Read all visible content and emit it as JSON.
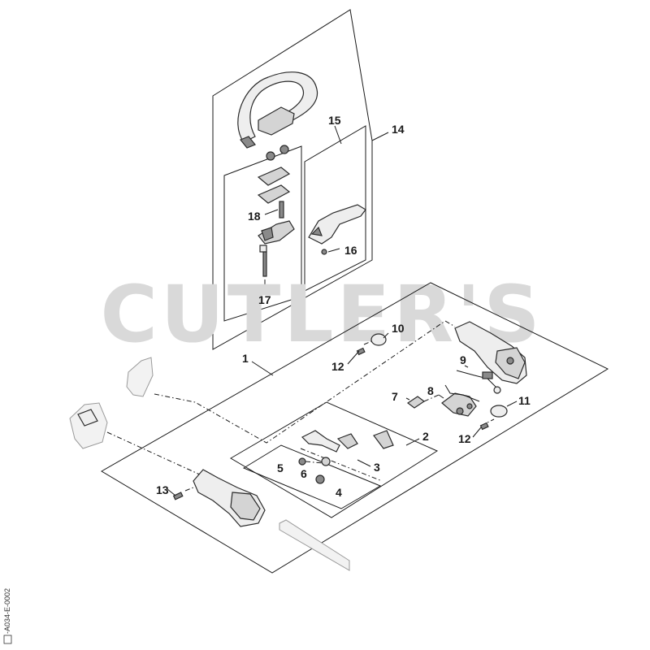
{
  "watermark": "CUTLER'S",
  "drawing_code": "-A034-E-0002",
  "callouts": [
    {
      "id": "1",
      "label": "1"
    },
    {
      "id": "2",
      "label": "2"
    },
    {
      "id": "3",
      "label": "3"
    },
    {
      "id": "4",
      "label": "4"
    },
    {
      "id": "5",
      "label": "5"
    },
    {
      "id": "6",
      "label": "6"
    },
    {
      "id": "7",
      "label": "7"
    },
    {
      "id": "8",
      "label": "8"
    },
    {
      "id": "9",
      "label": "9"
    },
    {
      "id": "10",
      "label": "10"
    },
    {
      "id": "11",
      "label": "11"
    },
    {
      "id": "12a",
      "label": "12"
    },
    {
      "id": "12b",
      "label": "12"
    },
    {
      "id": "13",
      "label": "13"
    },
    {
      "id": "14",
      "label": "14"
    },
    {
      "id": "15",
      "label": "15"
    },
    {
      "id": "16",
      "label": "16"
    },
    {
      "id": "17",
      "label": "17"
    },
    {
      "id": "18",
      "label": "18"
    }
  ],
  "colors": {
    "line": "#1a1a1a",
    "part_fill": "#d4d4d4",
    "watermark": "#d9d9d9"
  }
}
